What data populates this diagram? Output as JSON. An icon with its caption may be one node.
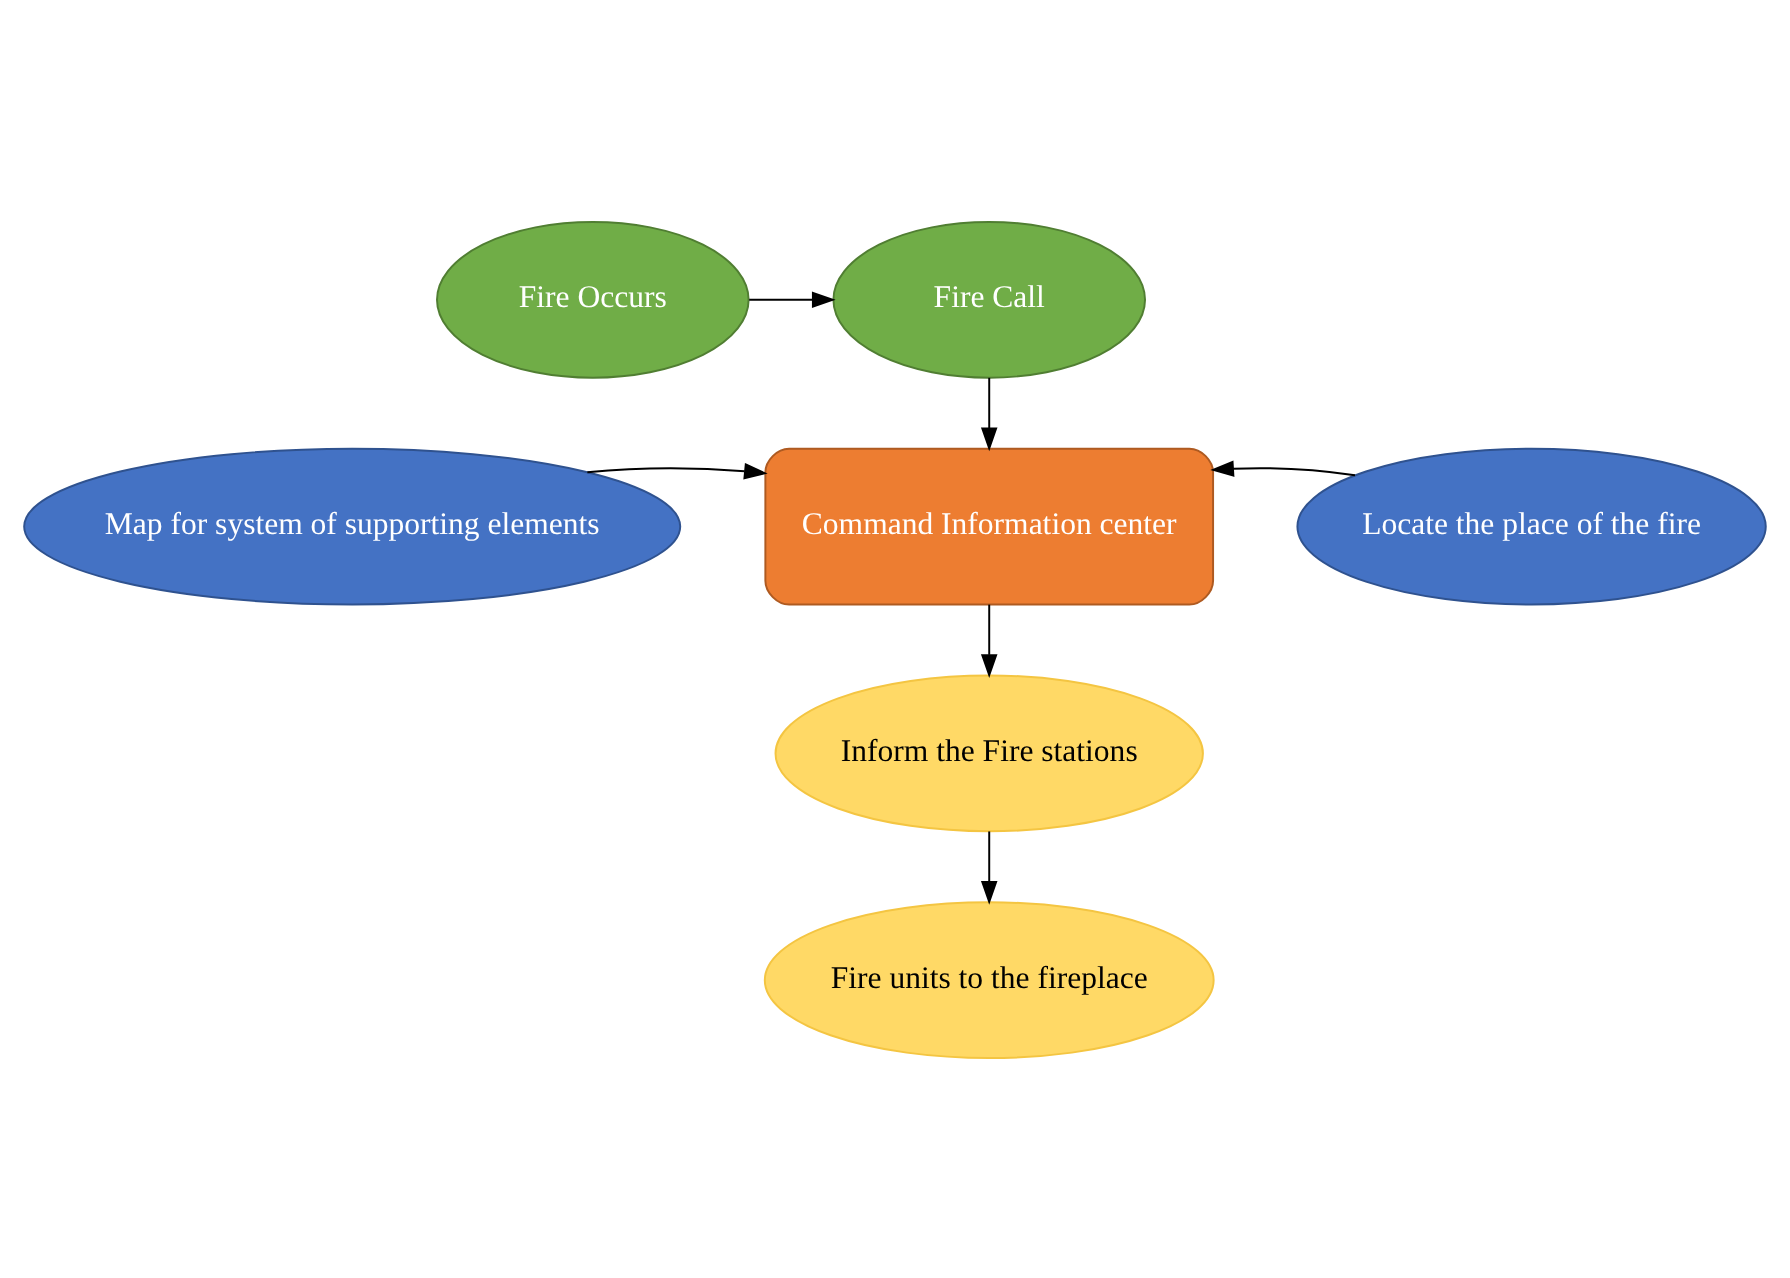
{
  "diagram": {
    "nodes": [
      {
        "text": [
          "Fire Occurs"
        ]
      },
      {
        "text": [
          "Fire Call"
        ]
      },
      {
        "text": [
          "Map for system of supporting elements"
        ]
      },
      {
        "text": [
          "Command Information center"
        ]
      },
      {
        "text": [
          "Locate the place of the fire"
        ]
      },
      {
        "text": [
          "Inform the Fire stations"
        ]
      },
      {
        "text": [
          "Fire units to the fireplace"
        ]
      }
    ],
    "edges": [
      {
        "from": 0,
        "to": 1,
        "arrow": "to"
      },
      {
        "from": 1,
        "to": 3,
        "arrow": "to"
      },
      {
        "from": 2,
        "to": 3,
        "arrow": "to"
      },
      {
        "from": 4,
        "to": 3,
        "arrow": "to"
      },
      {
        "from": 3,
        "to": 5,
        "arrow": "to"
      },
      {
        "from": 5,
        "to": 6,
        "arrow": "to"
      }
    ]
  }
}
